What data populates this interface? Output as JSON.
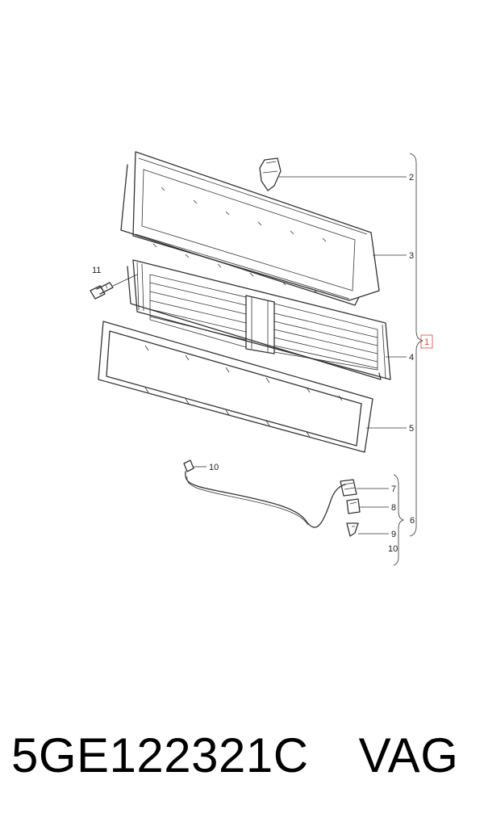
{
  "callouts": {
    "c1": "1",
    "c2": "2",
    "c3": "3",
    "c4": "4",
    "c5": "5",
    "c6": "6",
    "c7": "7",
    "c8": "8",
    "c9": "9",
    "c10a": "10",
    "c10b": "10",
    "c11": "11"
  },
  "footer": {
    "part_number": "5GE122321C",
    "brand": "VAG"
  },
  "colors": {
    "line": "#333333",
    "highlight_box": "#dd4444",
    "text": "#000000"
  }
}
